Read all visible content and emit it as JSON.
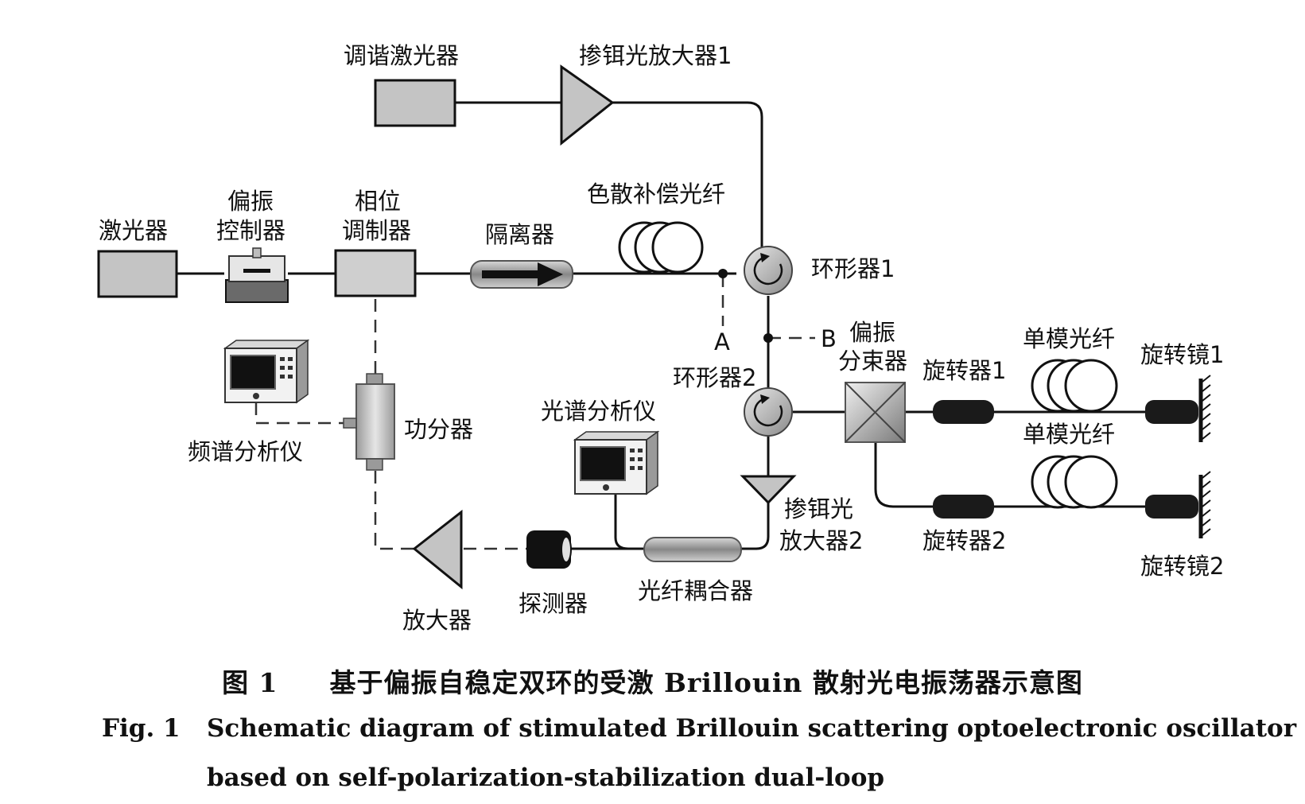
{
  "labels": {
    "tunable_laser": "调谐激光器",
    "edfa1": "掺铒光放大器1",
    "laser": "激光器",
    "pol_ctrl_1": "偏振",
    "pol_ctrl_2": "控制器",
    "phase_mod_1": "相位",
    "phase_mod_2": "调制器",
    "isolator": "隔离器",
    "dcf": "色散补偿光纤",
    "circulator1": "环形器1",
    "circulator2": "环形器2",
    "point_a": "A",
    "point_b": "B",
    "pbs_1": "偏振",
    "pbs_2": "分束器",
    "smf1": "单模光纤",
    "smf2": "单模光纤",
    "rotator1": "旋转器1",
    "rotator2": "旋转器2",
    "fr_mirror1": "旋转镜1",
    "fr_mirror2": "旋转镜2",
    "spectrum_analyzer": "频谱分析仪",
    "power_splitter": "功分器",
    "osa": "光谱分析仪",
    "edfa2_1": "掺铒光",
    "edfa2_2": "放大器2",
    "coupler": "光纤耦合器",
    "detector": "探测器",
    "amplifier": "放大器"
  },
  "caption": {
    "zh_number": "图 1",
    "zh_text": "基于偏振自稳定双环的受激 Brillouin 散射光电振荡器示意图",
    "en_number": "Fig. 1",
    "en_line1": "Schematic diagram of stimulated Brillouin scattering optoelectronic oscillator",
    "en_line2": "based on self-polarization-stabilization dual-loop"
  }
}
